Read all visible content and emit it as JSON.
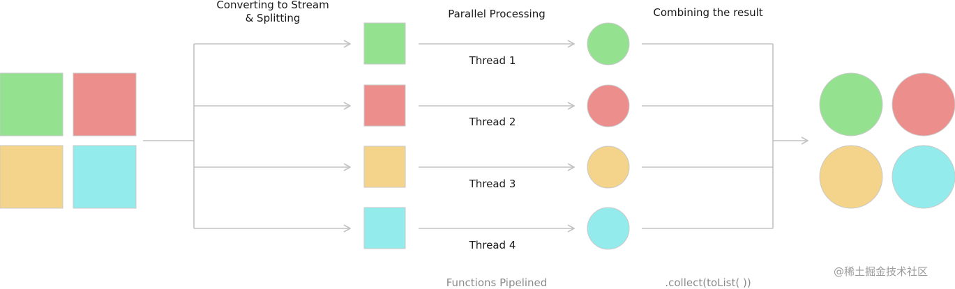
{
  "headers": {
    "split": [
      "Converting to Stream",
      "& Splitting"
    ],
    "parallel": "Parallel Processing",
    "combine": "Combining the result"
  },
  "threads": [
    {
      "label": "Thread 1",
      "color": "#94e28f"
    },
    {
      "label": "Thread 2",
      "color": "#ec8e8c"
    },
    {
      "label": "Thread 3",
      "color": "#f4d38a"
    },
    {
      "label": "Thread 4",
      "color": "#93ebec"
    }
  ],
  "footer": {
    "functions": "Functions Pipelined",
    "collect": ".collect(toList( ))"
  },
  "watermark": "@稀土掘金技术社区",
  "colors": {
    "line": "#c2c2c2",
    "shape_border": "#c9c9c9"
  }
}
